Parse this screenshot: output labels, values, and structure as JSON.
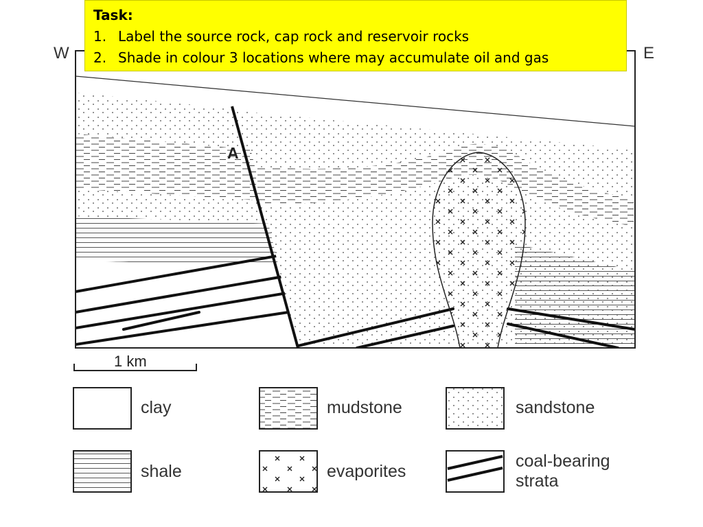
{
  "task": {
    "title": "Task:",
    "items": [
      {
        "num": "1.",
        "text": "Label the source rock, cap rock and reservoir rocks"
      },
      {
        "num": "2.",
        "text": "Shade in colour 3 locations where may accumulate oil and gas"
      }
    ]
  },
  "section": {
    "west_label": "W",
    "east_label": "E",
    "fault_label": "A",
    "scale_label": "1 km"
  },
  "legend": {
    "clay": "clay",
    "mudstone": "mudstone",
    "sandstone": "sandstone",
    "shale": "shale",
    "evaporites": "evaporites",
    "coal_line1": "coal-bearing",
    "coal_line2": "strata"
  },
  "colors": {
    "task_background": "#ffff00",
    "line": "#222222"
  }
}
